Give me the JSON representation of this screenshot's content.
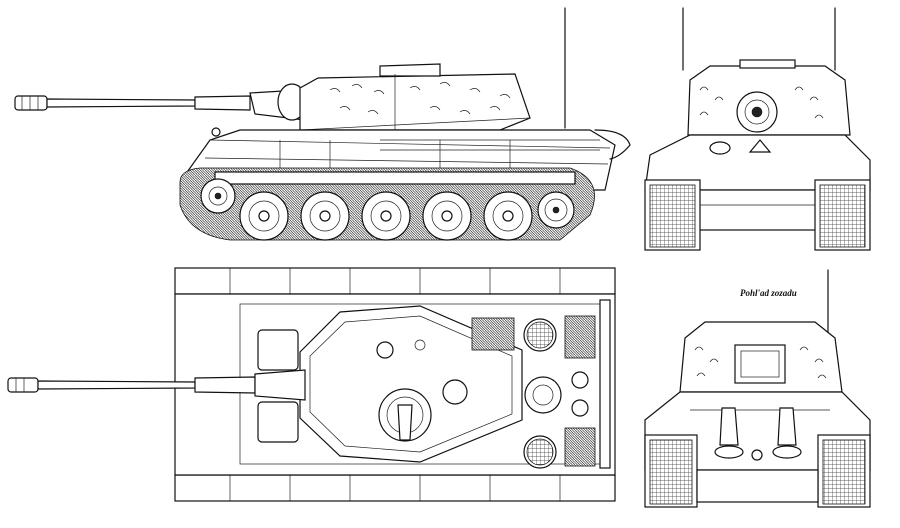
{
  "labels": {
    "rear_view": "Pohl'ad zozadu"
  },
  "colors": {
    "ink": "#111111",
    "paper": "#ffffff",
    "panel": "#dcdcdc"
  },
  "views": [
    "side",
    "front",
    "top",
    "rear"
  ]
}
